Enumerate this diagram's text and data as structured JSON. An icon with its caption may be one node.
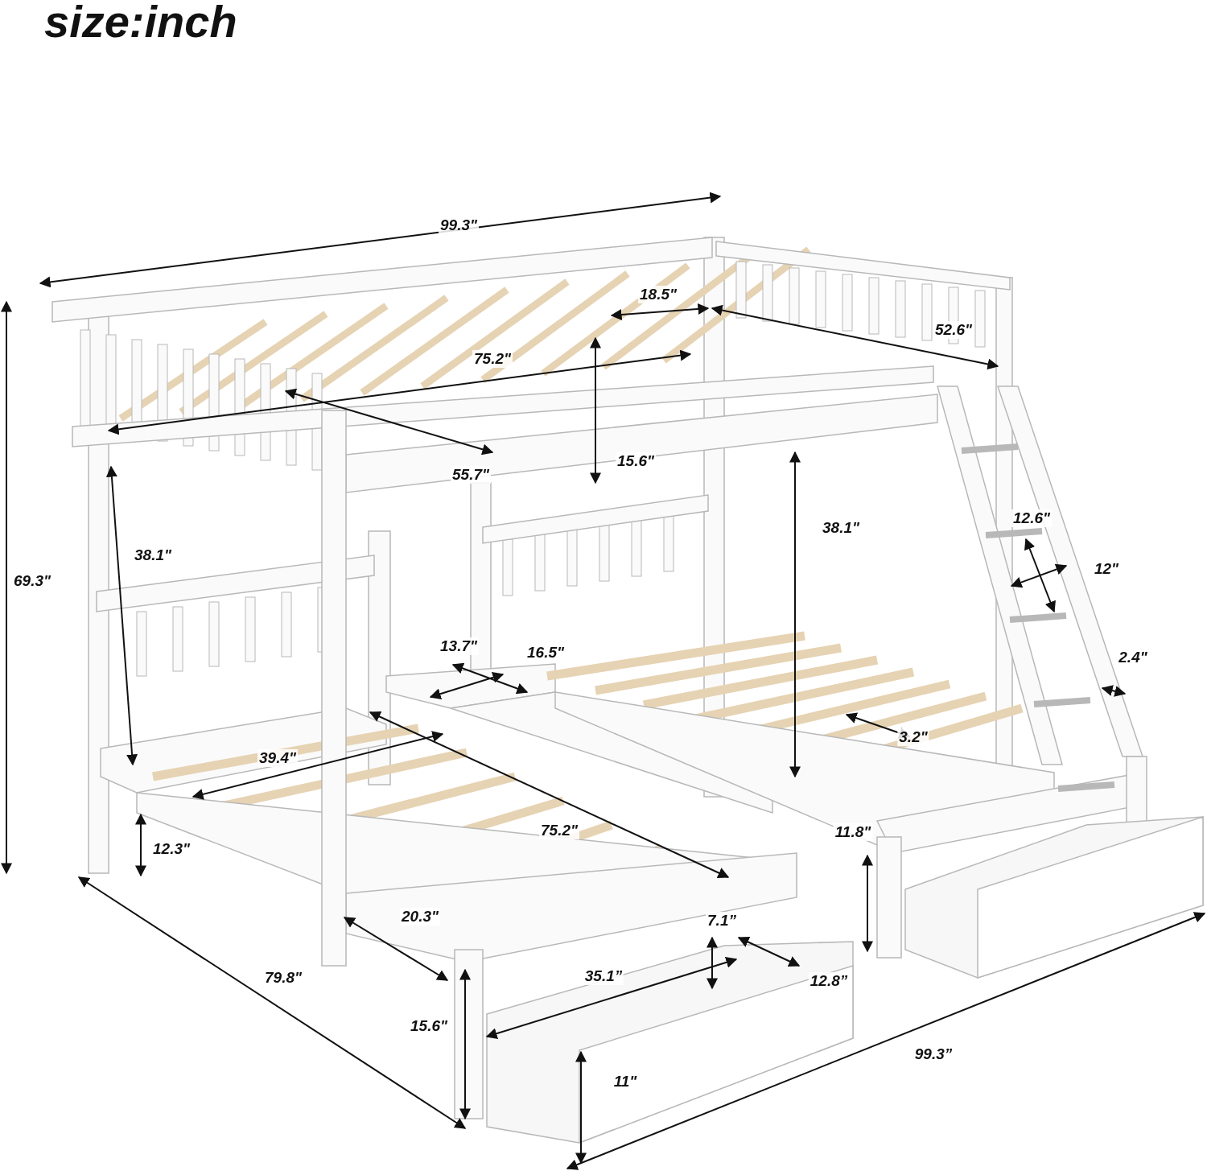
{
  "diagram": {
    "title": "size:inch",
    "labels": [
      "99.3\"",
      "18.5\"",
      "52.6\"",
      "75.2\"",
      "55.7\"",
      "15.6\"",
      "69.3\"",
      "38.1\"",
      "38.1\"",
      "12.6\"",
      "12\"",
      "13.7\"",
      "16.5\"",
      "2.4\"",
      "3.2\"",
      "39.4\"",
      "75.2\"",
      "11.8\"",
      "12.3\"",
      "20.3\"",
      "7.1”",
      "35.1”",
      "12.8”",
      "79.8\"",
      "15.6\"",
      "99.3”",
      "11\""
    ]
  }
}
